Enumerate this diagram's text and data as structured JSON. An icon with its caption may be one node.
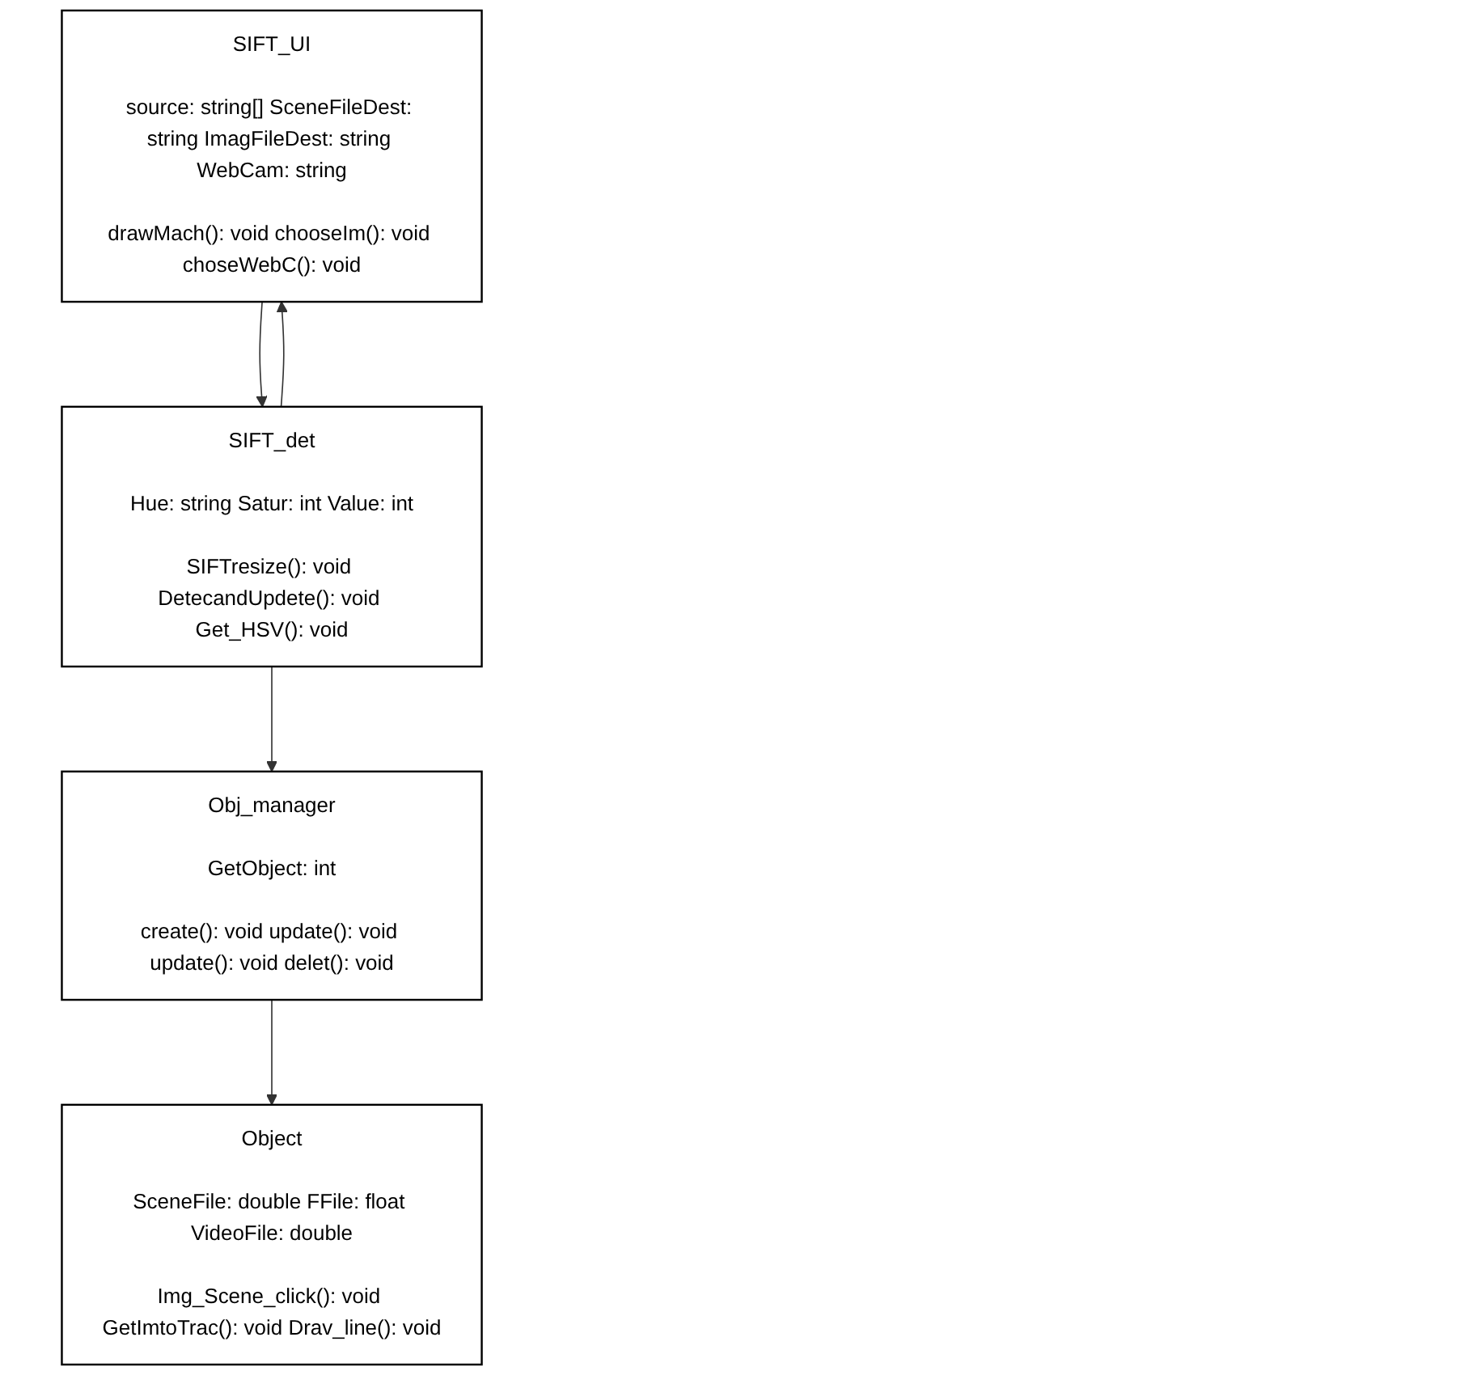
{
  "diagram": {
    "nodes": [
      {
        "text": [
          "SIFT_UI",
          "source: string[] SceneFileDest: string ImagFileDest: string WebCam: string",
          "drawMach(): void chooseIm(): void choseWebC(): void"
        ]
      },
      {
        "text": [
          "SIFT_det",
          "Hue: string Satur: int Value: int",
          "SIFTresize(): void DetecandUpdete(): void Get_HSV(): void"
        ]
      },
      {
        "text": [
          "Object",
          "SceneFile: double FFile: float VideoFile: double",
          "Img_Scene_click(): void GetImtoTrac(): void Drav_line(): void"
        ]
      },
      {
        "text": [
          "Obj_manager",
          "GetObject: int",
          "create(): void update(): void update(): void delet(): void"
        ]
      }
    ],
    "edges": [
      {
        "from": 0,
        "to": 1,
        "arrow": "to"
      },
      {
        "from": 1,
        "to": 0,
        "arrow": "to"
      },
      {
        "from": 1,
        "to": 3,
        "arrow": "to"
      },
      {
        "from": 3,
        "to": 2,
        "arrow": "to"
      }
    ]
  }
}
